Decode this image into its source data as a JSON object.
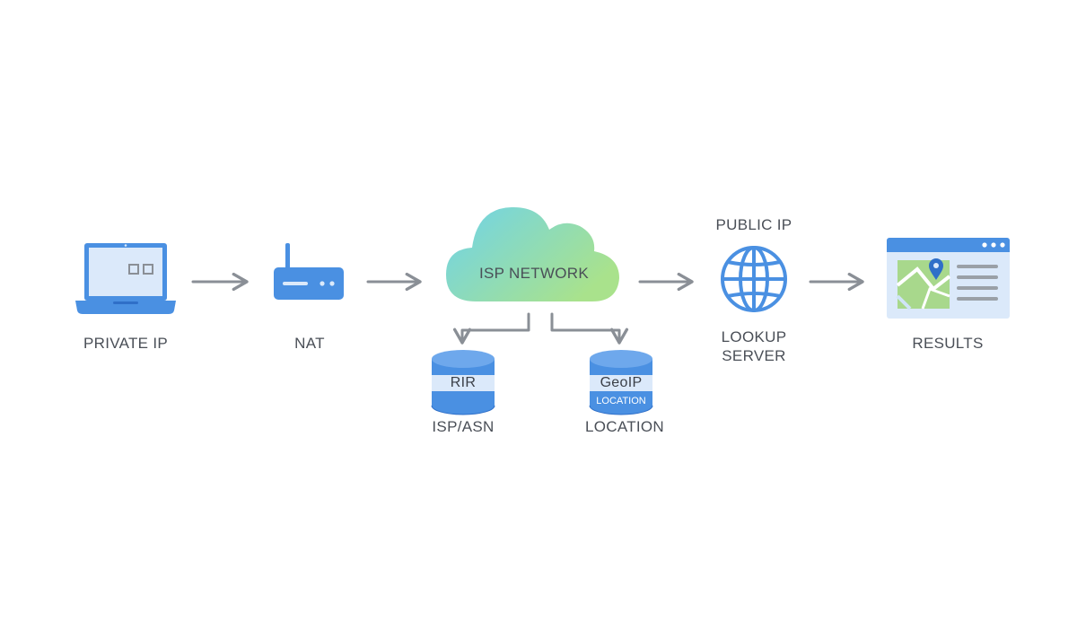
{
  "nodes": {
    "private_ip": {
      "label": "PRIVATE IP"
    },
    "nat": {
      "label": "NAT"
    },
    "isp_network": {
      "label": "ISP NETWORK"
    },
    "rir_db": {
      "label": "RIR",
      "caption": "ISP/ASN"
    },
    "geoip_db": {
      "label": "GeoIP",
      "sublabel": "LOCATION",
      "caption": "LOCATION"
    },
    "public_ip": {
      "label": "PUBLIC IP"
    },
    "lookup_server": {
      "label_line1": "LOOKUP",
      "label_line2": "SERVER"
    },
    "results": {
      "label": "RESULTS"
    }
  },
  "colors": {
    "primary_blue": "#4a90e2",
    "dark_blue": "#2f6fc8",
    "light_blue": "#dbe9fa",
    "arrow_gray": "#8a8f96",
    "label_gray": "#4a4f57",
    "cloud_teal": "#74d6e6",
    "cloud_green": "#a6e08e",
    "map_green": "#a8d88c"
  }
}
